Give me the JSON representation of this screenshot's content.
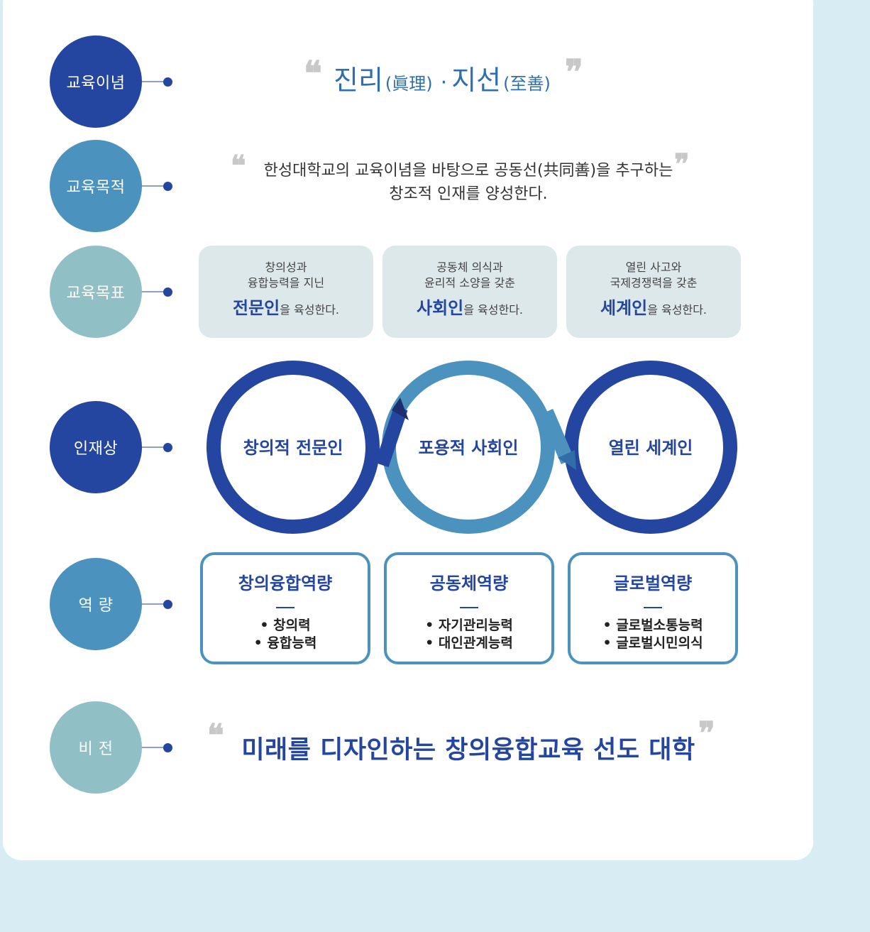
{
  "colors": {
    "background": "#d7edf3",
    "card": "#ffffff",
    "navy": "#2446a0",
    "blue": "#4b92bf",
    "teal": "#90c0c5",
    "goal_box": "#dde8ea"
  },
  "rows": [
    {
      "label": "교육이념",
      "color": "#2446a0"
    },
    {
      "label": "교육목적",
      "color": "#4b92bf"
    },
    {
      "label": "교육목표",
      "color": "#90c0c5"
    },
    {
      "label": "인재상",
      "color": "#2446a0"
    },
    {
      "label": "역 량",
      "color": "#4b92bf"
    },
    {
      "label": "비 전",
      "color": "#90c0c5"
    }
  ],
  "quote_icons": {
    "open": "open-quote-icon",
    "close": "close-quote-icon"
  },
  "motto": {
    "part1": "진리",
    "part1_hanja": "(眞理)",
    "separator": "·",
    "part2": "지선",
    "part2_hanja": "(至善)"
  },
  "purpose": {
    "line1": "한성대학교의 교육이념을 바탕으로 공동선(共同善)을 추구하는",
    "line2": "창조적 인재를 양성한다."
  },
  "goals": [
    {
      "line1": "창의성과",
      "line2": "융합능력을 지닌",
      "highlight": "전문인",
      "suffix": "을 육성한다."
    },
    {
      "line1": "공동체 의식과",
      "line2": "윤리적 소양을 갖춘",
      "highlight": "사회인",
      "suffix": "을 육성한다."
    },
    {
      "line1": "열린 사고와",
      "line2": "국제경쟁력을 갖춘",
      "highlight": "세계인",
      "suffix": "을 육성한다."
    }
  ],
  "talents": [
    "창의적 전문인",
    "포용적 사회인",
    "열린 세계인"
  ],
  "competencies": [
    {
      "title": "창의융합역량",
      "items": [
        "• 창의력",
        "• 융합능력"
      ]
    },
    {
      "title": "공동체역량",
      "items": [
        "• 자기관리능력",
        "• 대인관계능력"
      ]
    },
    {
      "title": "글로벌역량",
      "items": [
        "• 글로벌소통능력",
        "• 글로벌시민의식"
      ]
    }
  ],
  "vision": "미래를 디자인하는 창의융합교육 선도 대학"
}
